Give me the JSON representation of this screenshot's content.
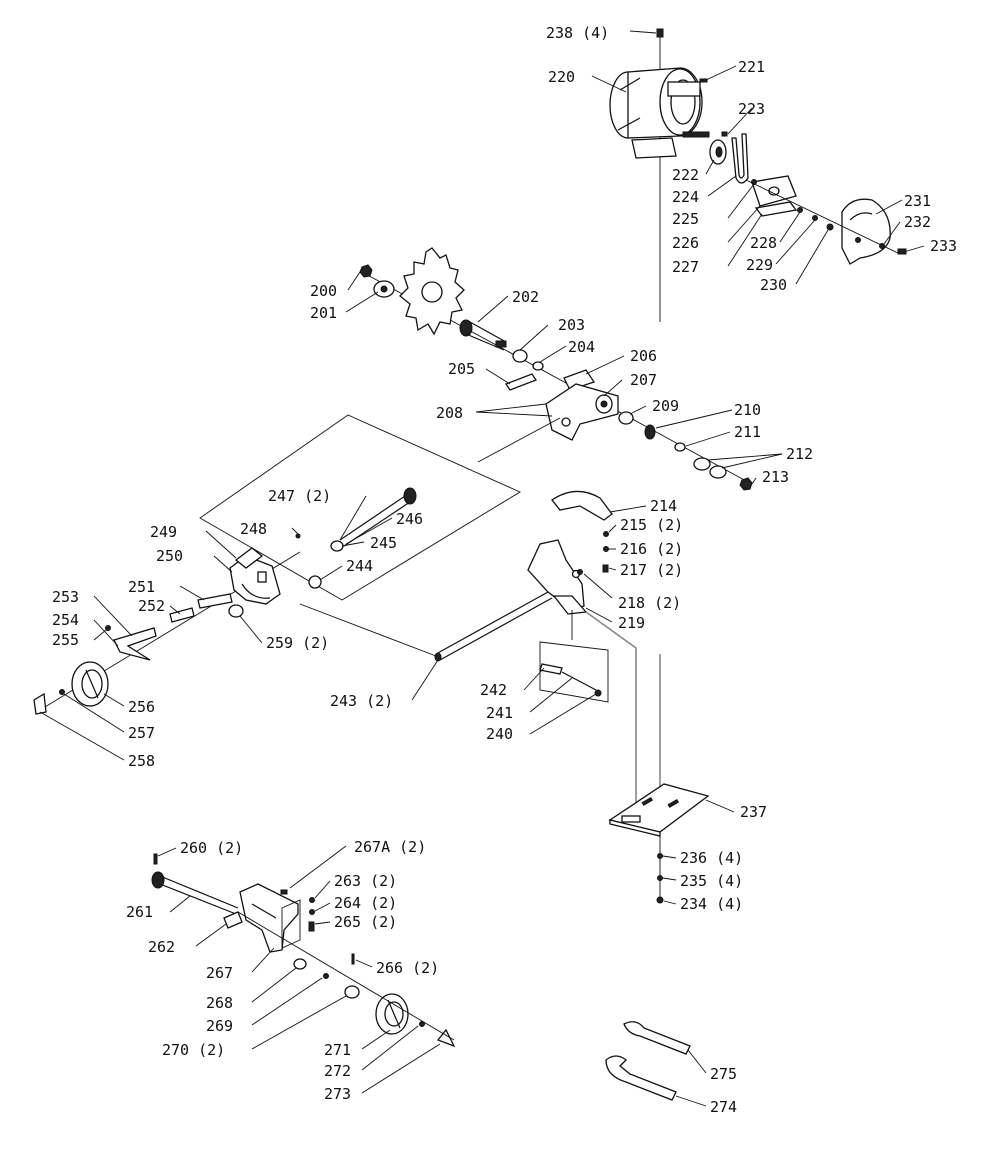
{
  "callouts": [
    {
      "id": "c238",
      "text": "238 (4)"
    },
    {
      "id": "c220",
      "text": "220"
    },
    {
      "id": "c221",
      "text": "221"
    },
    {
      "id": "c223",
      "text": "223"
    },
    {
      "id": "c222",
      "text": "222"
    },
    {
      "id": "c224",
      "text": "224"
    },
    {
      "id": "c225",
      "text": "225"
    },
    {
      "id": "c226",
      "text": "226"
    },
    {
      "id": "c227",
      "text": "227"
    },
    {
      "id": "c228",
      "text": "228"
    },
    {
      "id": "c229",
      "text": "229"
    },
    {
      "id": "c230",
      "text": "230"
    },
    {
      "id": "c231",
      "text": "231"
    },
    {
      "id": "c232",
      "text": "232"
    },
    {
      "id": "c233",
      "text": "233"
    },
    {
      "id": "c200",
      "text": "200"
    },
    {
      "id": "c201",
      "text": "201"
    },
    {
      "id": "c202",
      "text": "202"
    },
    {
      "id": "c203",
      "text": "203"
    },
    {
      "id": "c204",
      "text": "204"
    },
    {
      "id": "c206",
      "text": "206"
    },
    {
      "id": "c205",
      "text": "205"
    },
    {
      "id": "c207",
      "text": "207"
    },
    {
      "id": "c208",
      "text": "208"
    },
    {
      "id": "c209",
      "text": "209"
    },
    {
      "id": "c210",
      "text": "210"
    },
    {
      "id": "c211",
      "text": "211"
    },
    {
      "id": "c212",
      "text": "212"
    },
    {
      "id": "c213",
      "text": "213"
    },
    {
      "id": "c214",
      "text": "214"
    },
    {
      "id": "c215",
      "text": "215 (2)"
    },
    {
      "id": "c216",
      "text": "216 (2)"
    },
    {
      "id": "c217",
      "text": "217 (2)"
    },
    {
      "id": "c218",
      "text": "218 (2)"
    },
    {
      "id": "c219",
      "text": "219"
    },
    {
      "id": "c247",
      "text": "247 (2)"
    },
    {
      "id": "c246",
      "text": "246"
    },
    {
      "id": "c248",
      "text": "248"
    },
    {
      "id": "c245",
      "text": "245"
    },
    {
      "id": "c249",
      "text": "249"
    },
    {
      "id": "c250",
      "text": "250"
    },
    {
      "id": "c244",
      "text": "244"
    },
    {
      "id": "c251",
      "text": "251"
    },
    {
      "id": "c252",
      "text": "252"
    },
    {
      "id": "c253",
      "text": "253"
    },
    {
      "id": "c254",
      "text": "254"
    },
    {
      "id": "c255",
      "text": "255"
    },
    {
      "id": "c259",
      "text": "259 (2)"
    },
    {
      "id": "c256",
      "text": "256"
    },
    {
      "id": "c257",
      "text": "257"
    },
    {
      "id": "c258",
      "text": "258"
    },
    {
      "id": "c243",
      "text": "243 (2)"
    },
    {
      "id": "c242",
      "text": "242"
    },
    {
      "id": "c241",
      "text": "241"
    },
    {
      "id": "c240",
      "text": "240"
    },
    {
      "id": "c237",
      "text": "237"
    },
    {
      "id": "c236",
      "text": "236 (4)"
    },
    {
      "id": "c235",
      "text": "235 (4)"
    },
    {
      "id": "c234",
      "text": "234 (4)"
    },
    {
      "id": "c260",
      "text": "260 (2)"
    },
    {
      "id": "c267A",
      "text": "267A (2)"
    },
    {
      "id": "c263",
      "text": "263 (2)"
    },
    {
      "id": "c264",
      "text": "264 (2)"
    },
    {
      "id": "c265",
      "text": "265 (2)"
    },
    {
      "id": "c261",
      "text": "261"
    },
    {
      "id": "c262",
      "text": "262"
    },
    {
      "id": "c267",
      "text": "267"
    },
    {
      "id": "c266",
      "text": "266 (2)"
    },
    {
      "id": "c268",
      "text": "268"
    },
    {
      "id": "c269",
      "text": "269"
    },
    {
      "id": "c270",
      "text": "270 (2)"
    },
    {
      "id": "c271",
      "text": "271"
    },
    {
      "id": "c272",
      "text": "272"
    },
    {
      "id": "c273",
      "text": "273"
    },
    {
      "id": "c275",
      "text": "275"
    },
    {
      "id": "c274",
      "text": "274"
    }
  ]
}
